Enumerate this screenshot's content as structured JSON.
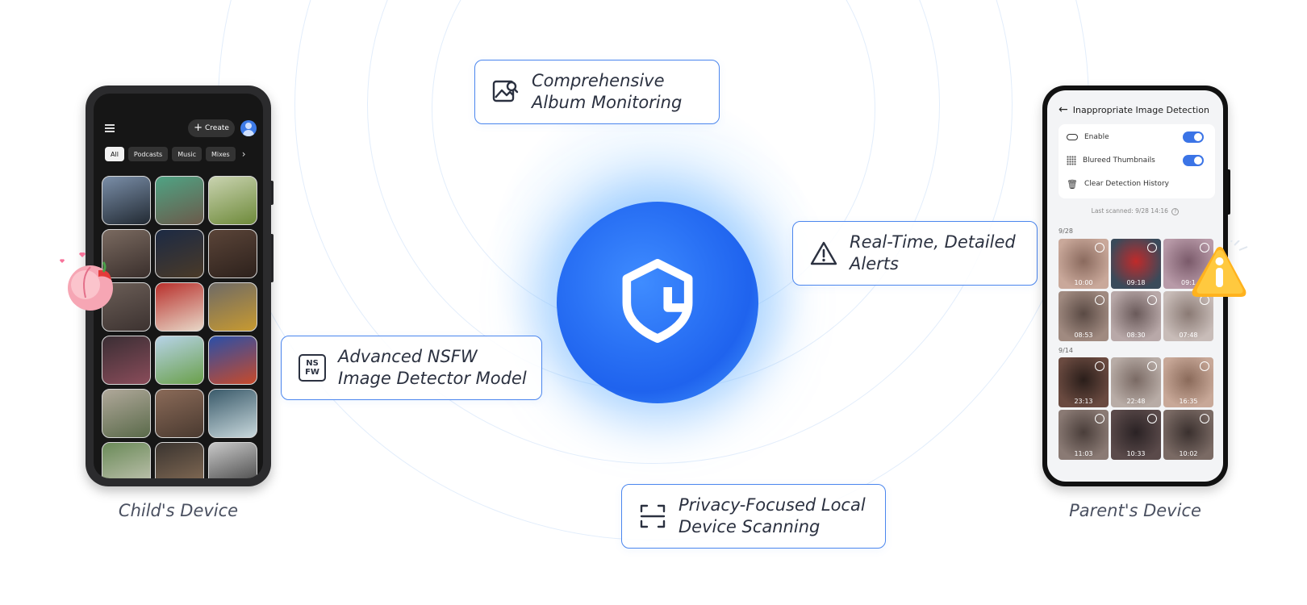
{
  "center": {
    "logo_icon": "shield-home-logo-icon"
  },
  "features": [
    {
      "id": "album",
      "icon": "photo-search-icon",
      "line1": "Comprehensive",
      "line2": "Album Monitoring"
    },
    {
      "id": "alerts",
      "icon": "warning-triangle-icon",
      "line1": "Real-Time, Detailed",
      "line2": "Alerts"
    },
    {
      "id": "nsfw",
      "icon": "nsfw-badge-icon",
      "icon_text": [
        "NS",
        "FW"
      ],
      "line1": "Advanced NSFW",
      "line2": "Image Detector Model"
    },
    {
      "id": "privacy",
      "icon": "scan-frame-icon",
      "line1": "Privacy-Focused Local",
      "line2": "Device Scanning"
    }
  ],
  "child_device": {
    "caption": "Child's Device",
    "create_label": "Create",
    "chips": [
      "All",
      "Podcasts",
      "Music",
      "Mixes"
    ],
    "active_chip": "All",
    "tiles": [
      {
        "name": "dog-photo",
        "c1": "#7a8ea8",
        "c2": "#222a33"
      },
      {
        "name": "cat-photo",
        "c1": "#4fa384",
        "c2": "#6b5a4a"
      },
      {
        "name": "bird-photo",
        "c1": "#c9d3b0",
        "c2": "#6e8a3a"
      },
      {
        "name": "blurred-photo",
        "c1": "#7a6a60",
        "c2": "#3a2f2c"
      },
      {
        "name": "galaxy-photo",
        "c1": "#1c2a44",
        "c2": "#4a3a28"
      },
      {
        "name": "blurred-photo",
        "c1": "#5a4438",
        "c2": "#2d211c"
      },
      {
        "name": "blurred-photo",
        "c1": "#6b5e57",
        "c2": "#3c3230"
      },
      {
        "name": "santa-photo",
        "c1": "#b8302c",
        "c2": "#e8d8c8"
      },
      {
        "name": "cat-glasses-photo",
        "c1": "#6e6a66",
        "c2": "#c89a30"
      },
      {
        "name": "flowers-photo",
        "c1": "#3a2e34",
        "c2": "#8a4c5a"
      },
      {
        "name": "tree-photo",
        "c1": "#b7d3e8",
        "c2": "#6aa04a"
      },
      {
        "name": "smoke-photo",
        "c1": "#2a4fa8",
        "c2": "#c84a2a"
      },
      {
        "name": "biker-photo",
        "c1": "#b0a89a",
        "c2": "#5a6a4a"
      },
      {
        "name": "blurred-photo",
        "c1": "#8a6a58",
        "c2": "#4a3a30"
      },
      {
        "name": "waterfall-photo",
        "c1": "#3a5a6a",
        "c2": "#c8d8dc"
      },
      {
        "name": "bridge-photo",
        "c1": "#6a8a58",
        "c2": "#c8c8b8"
      },
      {
        "name": "party-photo",
        "c1": "#3a3430",
        "c2": "#8a7058"
      },
      {
        "name": "mountain-photo",
        "c1": "#c8c8c8",
        "c2": "#3a3a3a"
      }
    ]
  },
  "parent_device": {
    "caption": "Parent's Device",
    "title": "Inappropriate Image Detection",
    "rows": [
      {
        "icon": "toggle-icon",
        "label": "Enable",
        "toggle": true
      },
      {
        "icon": "dot-grid-icon",
        "label": "Blureed Thumbnails",
        "toggle": true
      },
      {
        "icon": "trash-icon",
        "label": "Clear Detection History",
        "toggle": false
      }
    ],
    "last_scanned": "Last scanned: 9/28 14:16",
    "groups": [
      {
        "date": "9/28",
        "items": [
          {
            "time": "10:00",
            "c1": "#c9a89a",
            "c2": "#8a6a5e"
          },
          {
            "time": "09:18",
            "c1": "#3a4a5a",
            "c2": "#c02a2a"
          },
          {
            "time": "09:1",
            "c1": "#b89aa8",
            "c2": "#7a5a6a"
          },
          {
            "time": "08:53",
            "c1": "#a08a80",
            "c2": "#5a4a44"
          },
          {
            "time": "08:30",
            "c1": "#b8a8a8",
            "c2": "#6a5a5a"
          },
          {
            "time": "07:48",
            "c1": "#c8bcb8",
            "c2": "#8a7a74"
          }
        ]
      },
      {
        "date": "9/14",
        "items": [
          {
            "time": "23:13",
            "c1": "#6a4a40",
            "c2": "#2a1e1a"
          },
          {
            "time": "22:48",
            "c1": "#b8aca6",
            "c2": "#7a6a64"
          },
          {
            "time": "16:35",
            "c1": "#c8a898",
            "c2": "#8a6a5a"
          },
          {
            "time": "11:03",
            "c1": "#8a7a74",
            "c2": "#4a3e3a"
          },
          {
            "time": "10:33",
            "c1": "#5a4a4a",
            "c2": "#2a2224"
          },
          {
            "time": "10:02",
            "c1": "#7a6a64",
            "c2": "#3a302e"
          }
        ]
      }
    ]
  }
}
